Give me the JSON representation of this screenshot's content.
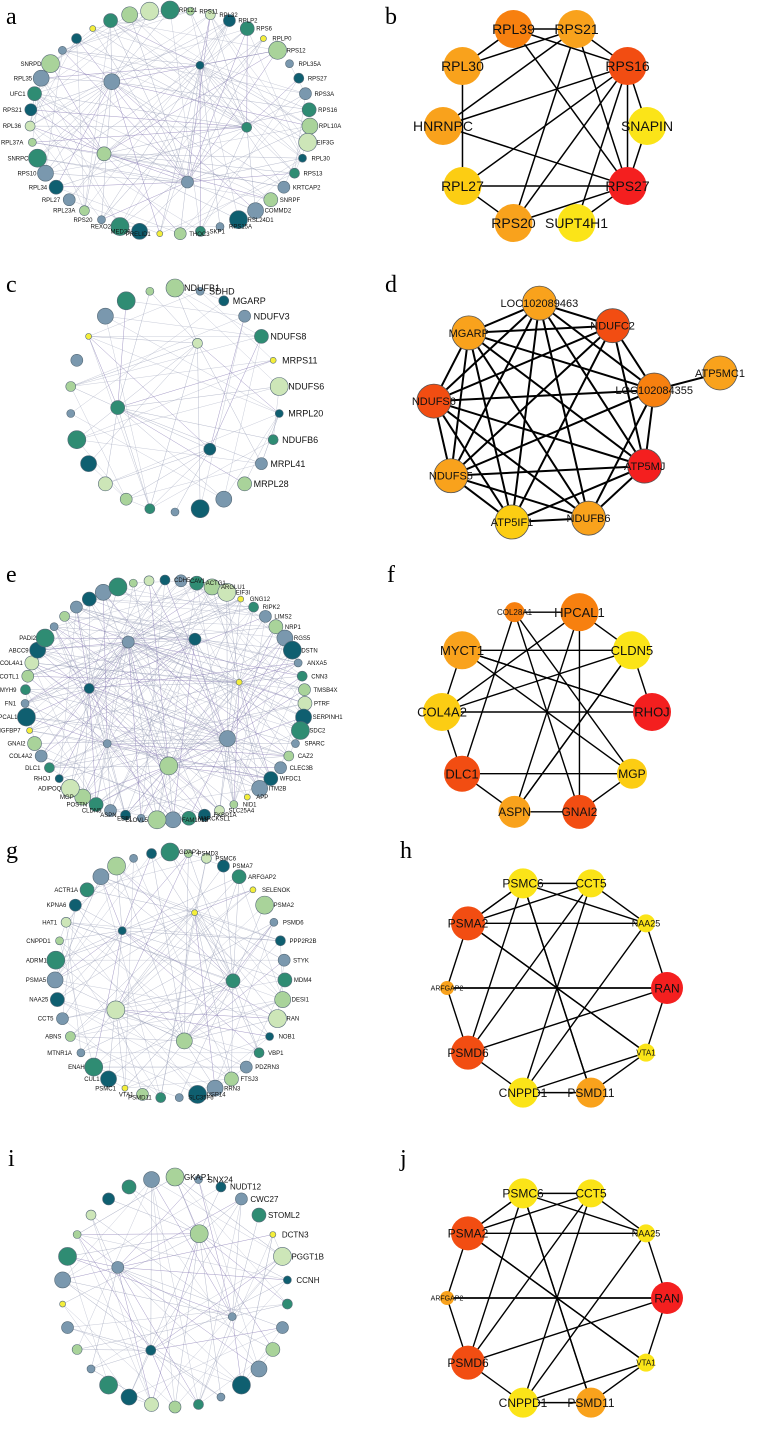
{
  "colors": {
    "red": "#f41f1f",
    "orange_red": "#f24d12",
    "orange": "#f7800f",
    "orange_light": "#f9a21c",
    "yellow": "#fccd13",
    "yellow_bright": "#fbe418",
    "edge": "#000000",
    "net_edge": "#9aa0b8",
    "net_edge_purple": "#7d6fae",
    "dark_teal": "#0f5f70",
    "teal": "#2f8c73",
    "grayblue": "#7a98ae",
    "light_green": "#a9d39a",
    "pale_green": "#cde6b8",
    "yellow_node": "#f4ee3a"
  },
  "panels": [
    {
      "letter": "a",
      "kind": "network",
      "label_size": 6,
      "nodes": [
        "RPL21",
        "RPS11",
        "RPL32",
        "RPLP2",
        "RPS6",
        "RPLP0",
        "RPS12",
        "RPL35A",
        "RPS27",
        "RPS3A",
        "RPS16",
        "RPL10A",
        "EIF3G",
        "RPL30",
        "RPS13",
        "KRTCAP2",
        "SNRPF",
        "COMMD2",
        "RSL24D1",
        "RPS15A",
        "SKP1",
        "THOC3",
        "PRELID1",
        "MED28",
        "REXO2",
        "RPS20",
        "RPL23A",
        "RPL27",
        "RPL34",
        "RPS10",
        "SNRPC",
        "RPL37A",
        "RPL36",
        "RPS21",
        "UFC1",
        "RPL35",
        "SNRPD"
      ]
    },
    {
      "letter": "b",
      "kind": "hub",
      "label_size": 14,
      "nodes": [
        {
          "label": "RPL39",
          "color": "orange"
        },
        {
          "label": "RPS21",
          "color": "orange_light"
        },
        {
          "label": "RPS16",
          "color": "orange_red"
        },
        {
          "label": "SNAPIN",
          "color": "yellow_bright"
        },
        {
          "label": "RPS27",
          "color": "red"
        },
        {
          "label": "SUPT4H1",
          "color": "yellow_bright"
        },
        {
          "label": "RPS20",
          "color": "orange_light"
        },
        {
          "label": "RPL27",
          "color": "yellow"
        },
        {
          "label": "HNRNPC",
          "color": "orange_light"
        },
        {
          "label": "RPL30",
          "color": "orange_light"
        }
      ]
    },
    {
      "letter": "c",
      "kind": "network",
      "label_size": 9,
      "nodes": [
        "NDUFB1",
        "SDHD",
        "MGARP",
        "NDUFV3",
        "NDUFS8",
        "MRPS11",
        "NDUFS6",
        "MRPL20",
        "NDUFB6",
        "MRPL41",
        "MRPL28"
      ]
    },
    {
      "letter": "d",
      "kind": "hub",
      "label_size": 12,
      "nodes": [
        {
          "label": "LOC102089463",
          "color": "orange_light"
        },
        {
          "label": "NDUFC2",
          "color": "orange_red"
        },
        {
          "label": "LOC102084355",
          "color": "orange"
        },
        {
          "label": "ATP5MJ",
          "color": "red"
        },
        {
          "label": "NDUFB6",
          "color": "orange_light"
        },
        {
          "label": "ATP5IF1",
          "color": "yellow"
        },
        {
          "label": "NDUFS5",
          "color": "orange_light"
        },
        {
          "label": "NDUFS6",
          "color": "orange_red"
        },
        {
          "label": "MGARP",
          "color": "orange_light"
        },
        {
          "label": "ATP5MC1",
          "color": "orange_light"
        }
      ]
    },
    {
      "letter": "e",
      "kind": "network",
      "label_size": 6,
      "nodes": [
        "CDH5",
        "CAV1",
        "ACTG1",
        "ARGLU1",
        "EIF3I",
        "GNG12",
        "RIPK2",
        "LIMS2",
        "NRP1",
        "RGS5",
        "DSTN",
        "ANXA5",
        "CNN3",
        "TMSB4X",
        "PTRF",
        "SERPINH1",
        "SDC2",
        "SPARC",
        "CAZ2",
        "CLEC3B",
        "WFDC1",
        "ITM2B",
        "APP",
        "NID1",
        "SLC25A4",
        "FKBP1A",
        "MARCKSL1",
        "FAM101B",
        "ELOVL5",
        "EBF1",
        "ASPN",
        "CLDN5",
        "POSTN",
        "MGP",
        "ADIPOQ",
        "RHOJ",
        "DLC1",
        "COL4A2",
        "GNAI2",
        "IGFBP7",
        "HPCAL1",
        "FN1",
        "MYH9",
        "COTL1",
        "COL4A1",
        "ABCC9",
        "PADI2"
      ]
    },
    {
      "letter": "f",
      "kind": "hub",
      "label_size": 12,
      "nodes": [
        {
          "label": "COL28A1",
          "color": "orange"
        },
        {
          "label": "HPCAL1",
          "color": "orange"
        },
        {
          "label": "CLDN5",
          "color": "yellow_bright"
        },
        {
          "label": "RHOJ",
          "color": "red"
        },
        {
          "label": "MGP",
          "color": "yellow"
        },
        {
          "label": "GNAI2",
          "color": "orange_red"
        },
        {
          "label": "ASPN",
          "color": "orange_light"
        },
        {
          "label": "DLC1",
          "color": "orange_red"
        },
        {
          "label": "COL4A2",
          "color": "yellow"
        },
        {
          "label": "MYCT1",
          "color": "orange_light"
        }
      ]
    },
    {
      "letter": "g",
      "kind": "network",
      "label_size": 6,
      "nodes": [
        "GDAP2",
        "PSMD3",
        "PSMC6",
        "PSMA7",
        "ARFGAP2",
        "SELENOK",
        "PSMA2",
        "PSMD6",
        "PPP2R2B",
        "STYK",
        "MDM4",
        "DESI1",
        "RAN",
        "NOB1",
        "VBP1",
        "PDZRN3",
        "FTSJ3",
        "RRN3",
        "USP14",
        "SLC35F6",
        "PSMD11",
        "VTA1",
        "PSMC1",
        "CUL1",
        "ENAH",
        "MTNR1A",
        "ABNS",
        "CCT5",
        "NAA25",
        "PSMA5",
        "ADRM1",
        "CNPPD1",
        "HAT1",
        "KPNA6",
        "ACTR1A"
      ]
    },
    {
      "letter": "h",
      "kind": "hub",
      "label_size": 12,
      "nodes": [
        {
          "label": "PSMC6",
          "color": "yellow_bright"
        },
        {
          "label": "CCT5",
          "color": "yellow_bright"
        },
        {
          "label": "NAA25",
          "color": "yellow_bright"
        },
        {
          "label": "RAN",
          "color": "red"
        },
        {
          "label": "VTA1",
          "color": "yellow_bright"
        },
        {
          "label": "PSMD11",
          "color": "orange_light"
        },
        {
          "label": "CNPPD1",
          "color": "yellow_bright"
        },
        {
          "label": "PSMD6",
          "color": "orange_red"
        },
        {
          "label": "ARFGAP2",
          "color": "orange_light"
        },
        {
          "label": "PSMA2",
          "color": "orange_red"
        }
      ]
    },
    {
      "letter": "i",
      "kind": "network",
      "label_size": 8,
      "nodes": [
        "GKAP1",
        "SNX24",
        "NUDT12",
        "CWC27",
        "STOML2",
        "DCTN3",
        "PGGT1B",
        "CCNH"
      ]
    },
    {
      "letter": "j",
      "kind": "hub",
      "label_size": 12,
      "nodes": [
        {
          "label": "PSMC6",
          "color": "yellow_bright"
        },
        {
          "label": "CCT5",
          "color": "yellow_bright"
        },
        {
          "label": "NAA25",
          "color": "yellow_bright"
        },
        {
          "label": "RAN",
          "color": "red"
        },
        {
          "label": "VTA1",
          "color": "yellow_bright"
        },
        {
          "label": "PSMD11",
          "color": "orange_light"
        },
        {
          "label": "CNPPD1",
          "color": "yellow_bright"
        },
        {
          "label": "PSMD6",
          "color": "orange_red"
        },
        {
          "label": "ARFGAP2",
          "color": "orange_light"
        },
        {
          "label": "PSMA2",
          "color": "orange_red"
        }
      ]
    }
  ]
}
